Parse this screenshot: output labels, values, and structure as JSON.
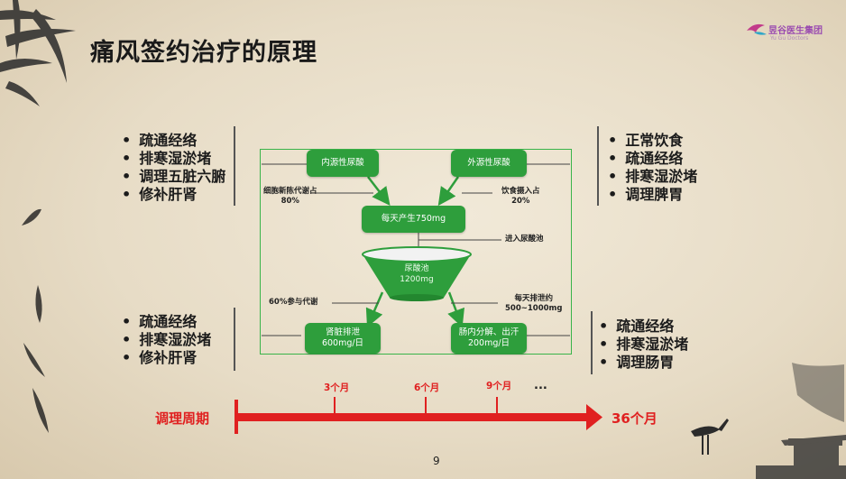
{
  "title": "痛风签约治疗的原理",
  "logo": {
    "name": "昱谷医生集团",
    "subtitle": "Yu Gu Doctors"
  },
  "left_top_bullets": [
    "疏通经络",
    "排寒湿淤堵",
    "调理五脏六腑",
    "修补肝肾"
  ],
  "right_top_bullets": [
    "正常饮食",
    "疏通经络",
    "排寒湿淤堵",
    "调理脾胃"
  ],
  "left_bottom_bullets": [
    "疏通经络",
    "排寒湿淤堵",
    "修补肝肾"
  ],
  "right_bottom_bullets": [
    "疏通经络",
    "排寒湿淤堵",
    "调理肠胃"
  ],
  "diagram": {
    "endogenous": "内源性尿酸",
    "exogenous": "外源性尿酸",
    "daily_production": "每天产生750mg",
    "pool_label": "尿酸池",
    "pool_amount": "1200mg",
    "kidney": [
      "肾脏排泄",
      "600mg/日"
    ],
    "intestine": [
      "肠内分解、出汗",
      "200mg/日"
    ],
    "note_metabolism": [
      "细胞新陈代谢占",
      "80%"
    ],
    "note_diet": [
      "饮食摄入占",
      "20%"
    ],
    "note_enter": "进入尿酸池",
    "note_participate": "60%参与代谢",
    "note_excrete": [
      "每天排泄约",
      "500~1000mg"
    ]
  },
  "timeline": {
    "start_label": "调理周期",
    "end_label": "36个月",
    "months": [
      "3个月",
      "6个月",
      "9个月",
      "..."
    ]
  },
  "page_number": "9",
  "colors": {
    "green": "#2e9e3c",
    "frame_green": "#39b449",
    "timeline_red": "#e02020"
  }
}
